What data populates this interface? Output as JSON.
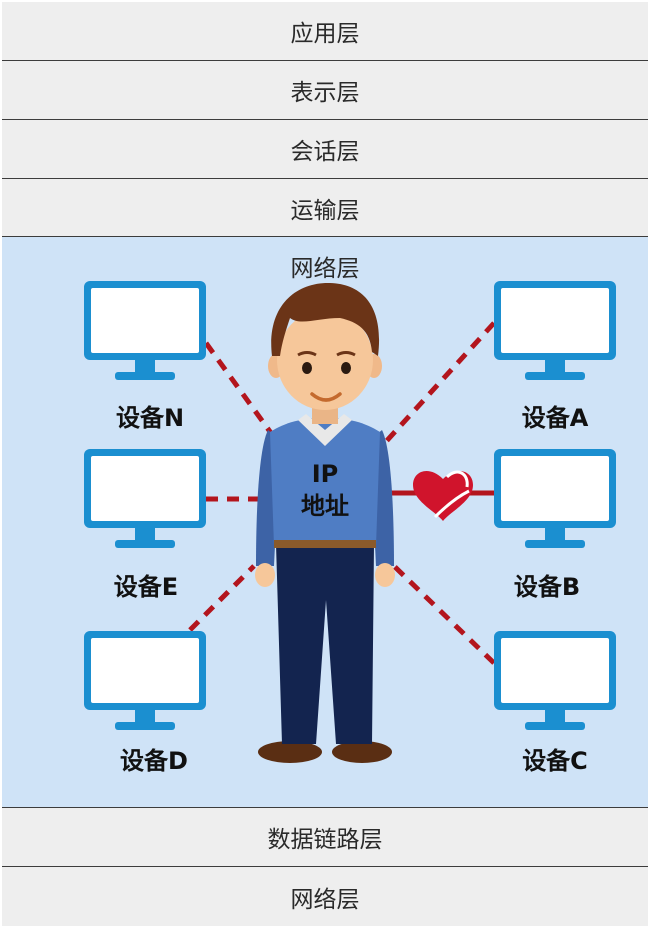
{
  "layers": {
    "application": "应用层",
    "presentation": "表示层",
    "session": "会话层",
    "transport": "运输层",
    "network": "网络层",
    "datalink": "数据链路层",
    "bottom": "网络层"
  },
  "devices": {
    "a": "设备A",
    "b": "设备B",
    "c": "设备C",
    "d": "设备D",
    "e": "设备E",
    "n": "设备N"
  },
  "person": {
    "ip_line1": "IP",
    "ip_line2": "地址"
  },
  "colors": {
    "monitor": "#1b8fd0",
    "link": "#b3151d",
    "heart": "#d0142c",
    "shirt": "#4f7dc4",
    "pants": "#13244f",
    "hair": "#6b3417",
    "skin": "#f6c79a"
  }
}
